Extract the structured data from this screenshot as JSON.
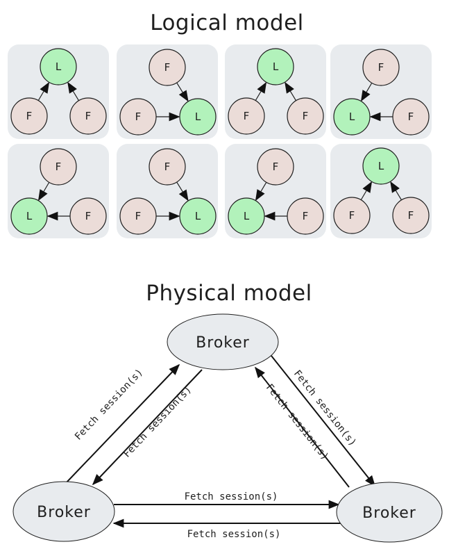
{
  "logical_model": {
    "title": "Logical model",
    "leader_label": "L",
    "follower_label": "F",
    "leader_color": "#b2f2bb",
    "follower_color": "#ebdcd8",
    "panel_color": "#e8ebee",
    "panels": [
      {
        "layout": "leader-top"
      },
      {
        "layout": "leader-bottom-right"
      },
      {
        "layout": "leader-top"
      },
      {
        "layout": "leader-bottom-left"
      },
      {
        "layout": "leader-bottom-left"
      },
      {
        "layout": "leader-bottom-right"
      },
      {
        "layout": "leader-bottom-left"
      },
      {
        "layout": "leader-top"
      }
    ]
  },
  "physical_model": {
    "title": "Physical model",
    "brokers": [
      {
        "id": "top",
        "label": "Broker"
      },
      {
        "id": "left",
        "label": "Broker"
      },
      {
        "id": "right",
        "label": "Broker"
      }
    ],
    "links": [
      {
        "from": "left",
        "to": "top",
        "label": "Fetch session(s)"
      },
      {
        "from": "top",
        "to": "left",
        "label": "Fetch session(s)"
      },
      {
        "from": "top",
        "to": "right",
        "label": "Fetch session(s)"
      },
      {
        "from": "right",
        "to": "top",
        "label": "Fetch session(s)"
      },
      {
        "from": "left",
        "to": "right",
        "label": "Fetch session(s)"
      },
      {
        "from": "right",
        "to": "left",
        "label": "Fetch session(s)"
      }
    ],
    "broker_color": "#e8ebee"
  }
}
